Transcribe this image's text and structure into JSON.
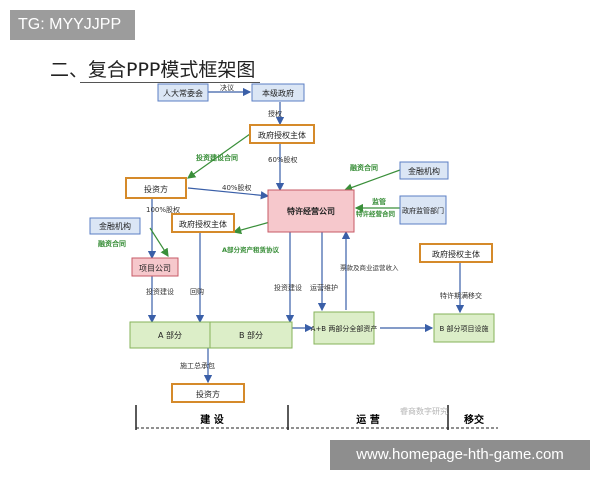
{
  "tag": "TG: MYYJJPP",
  "heading": "二、复合PPP模式框架图",
  "watermark": "www.homepage-hth-game.com",
  "nodes": {
    "npc": "人大常委会",
    "local_gov": "本级政府",
    "gov_authorized_main": "政府授权主体",
    "investor": "投资方",
    "franchise_company": "特许经营公司",
    "finance_right": "金融机构",
    "supervision": "政府监管部门",
    "finance_left": "金融机构",
    "gov_authorized_mid": "政府授权主体",
    "project_company": "项目公司",
    "gov_authorized_right": "政府授权主体",
    "part_a": "A 部分",
    "part_b": "B 部分",
    "ab_assets": "A+B 两部分全部资产",
    "b_facility": "B 部分项目设施",
    "investor_bottom": "投资方"
  },
  "labels": {
    "resolution": "决议",
    "authorize": "授权",
    "invest_build_contract": "投资建设合同",
    "equity_60": "60%股权",
    "equity_40": "40%股权",
    "finance_contract": "融资合同",
    "supervise": "监管",
    "franchise_contract": "特许经营合同",
    "equity_100": "100%股权",
    "finance_contract_left": "融资合同",
    "a_asset_lease": "A部分资产租赁协议",
    "invest_build_left": "投资建设",
    "buyback": "回购",
    "invest_build_mid": "投资建设",
    "ops_maintain": "运营维护",
    "rent_revenue": "票款及商业运营收入",
    "transfer": "特许期满移交",
    "epc": "施工总承包",
    "phase_build": "建 设",
    "phase_ops": "运 营",
    "phase_transfer": "移交",
    "brand": "睿商数字研究"
  }
}
